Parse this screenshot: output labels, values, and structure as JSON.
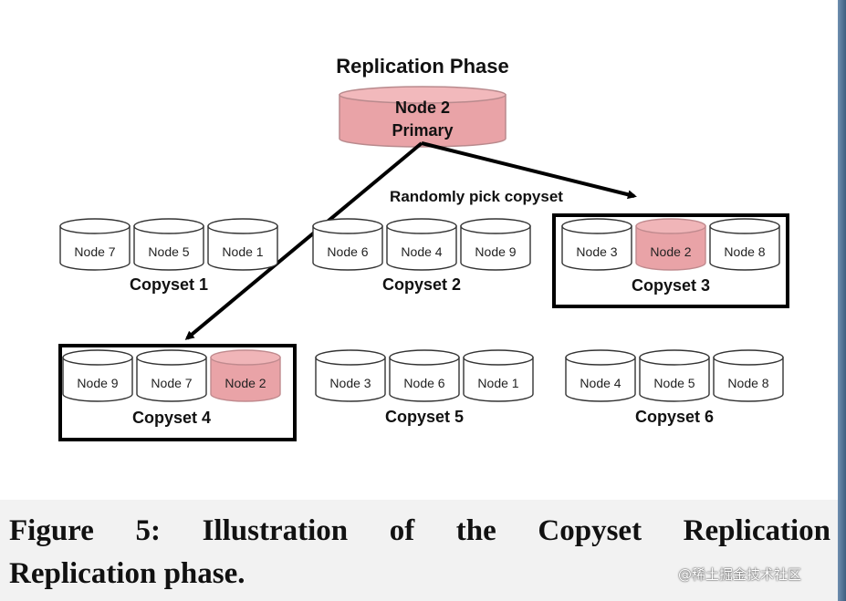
{
  "diagram": {
    "title": "Replication Phase",
    "primary": {
      "line1": "Node 2",
      "line2": "Primary"
    },
    "arrow_label": "Randomly pick copyset",
    "copysets": [
      {
        "label": "Copyset 1",
        "nodes": [
          "Node 7",
          "Node 5",
          "Node 1"
        ],
        "highlight": -1,
        "selected": false
      },
      {
        "label": "Copyset 2",
        "nodes": [
          "Node 6",
          "Node 4",
          "Node 9"
        ],
        "highlight": -1,
        "selected": false
      },
      {
        "label": "Copyset 3",
        "nodes": [
          "Node 3",
          "Node 2",
          "Node 8"
        ],
        "highlight": 1,
        "selected": true
      },
      {
        "label": "Copyset 4",
        "nodes": [
          "Node 9",
          "Node 7",
          "Node 2"
        ],
        "highlight": 2,
        "selected": true
      },
      {
        "label": "Copyset 5",
        "nodes": [
          "Node 3",
          "Node 6",
          "Node 1"
        ],
        "highlight": -1,
        "selected": false
      },
      {
        "label": "Copyset 6",
        "nodes": [
          "Node 4",
          "Node 5",
          "Node 8"
        ],
        "highlight": -1,
        "selected": false
      }
    ],
    "colors": {
      "highlight": "#e9a3a7",
      "normal": "#ffffff",
      "stroke": "#333333"
    }
  },
  "caption": {
    "line1_words": [
      "Figure",
      "5:",
      "Illustration",
      "of",
      "the",
      "Copyset",
      "Replication"
    ],
    "line2": "Replication phase."
  },
  "watermark": "@稀土掘金技术社区"
}
